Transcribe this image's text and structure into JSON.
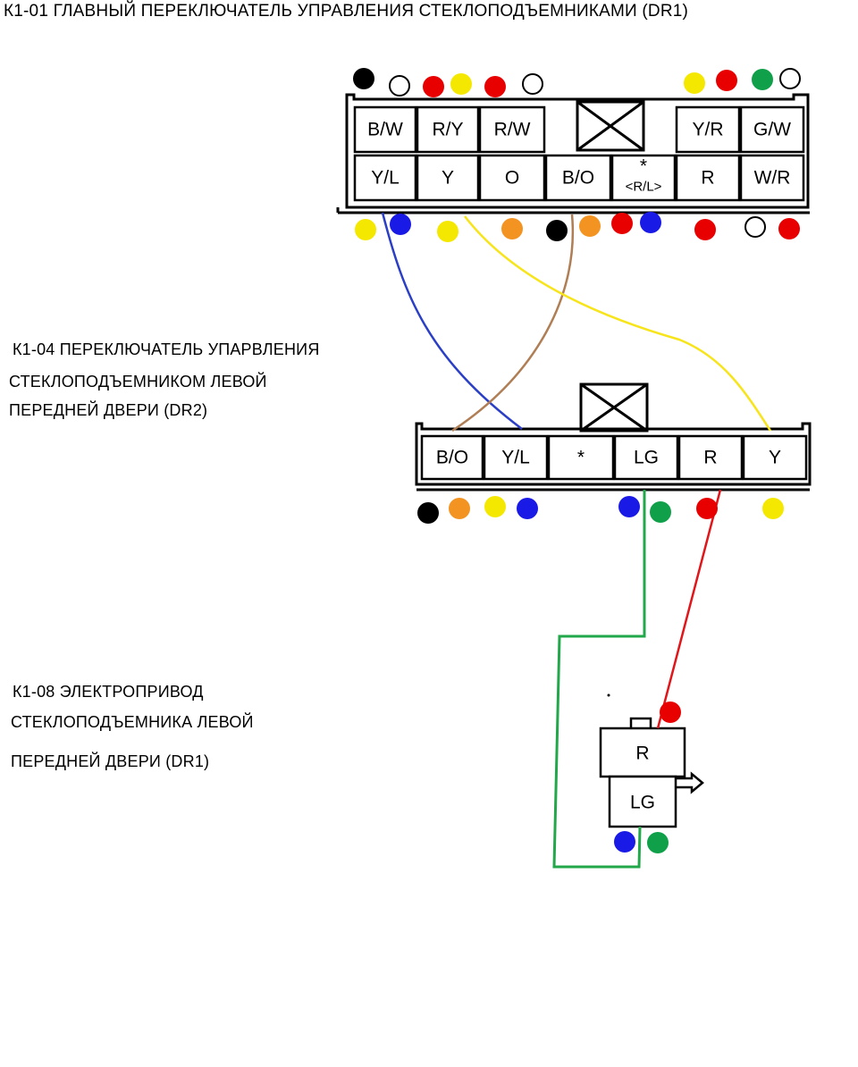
{
  "titles": {
    "main": "К1-01 ГЛАВНЫЙ ПЕРЕКЛЮЧАТЕЛЬ УПРАВЛЕНИЯ СТЕКЛОПОДЪЕМНИКАМИ (DR1)",
    "dr2_line1": "К1-04 ПЕРЕКЛЮЧАТЕЛЬ УПАРВЛЕНИЯ",
    "dr2_line2": "СТЕКЛОПОДЪЕМНИКОМ ЛЕВОЙ",
    "dr2_line3": "ПЕРЕДНЕЙ ДВЕРИ (DR2)",
    "act_line1": "К1-08 ЭЛЕКТРОПРИВОД",
    "act_line2": "СТЕКЛОПОДЪЕМНИКА ЛЕВОЙ",
    "act_line3": "ПЕРЕДНЕЙ ДВЕРИ (DR1)"
  },
  "colors": {
    "black": "#000000",
    "red": "#e80000",
    "yellow": "#f5e800",
    "orange": "#f39422",
    "green": "#10a04a",
    "blue": "#1a1ae6",
    "white": "#ffffff",
    "wire_blue": "#2b3fc6",
    "wire_brown": "#b07e55",
    "wire_yellow": "#f7e41a",
    "wire_green": "#22a84a",
    "wire_red": "#e0161b"
  },
  "connector_k101": {
    "top_pins": [
      "B/W",
      "R/Y",
      "R/W",
      "",
      "Y/R",
      "G/W"
    ],
    "bottom_pins": [
      "Y/L",
      "Y",
      "O",
      "B/O",
      "<R/L>",
      "R",
      "W/R"
    ],
    "bottom_star": "*"
  },
  "connector_k104": {
    "pins": [
      "B/O",
      "Y/L",
      "*",
      "LG",
      "R",
      "Y"
    ]
  },
  "connector_k108": {
    "pins": [
      "R",
      "LG"
    ]
  }
}
